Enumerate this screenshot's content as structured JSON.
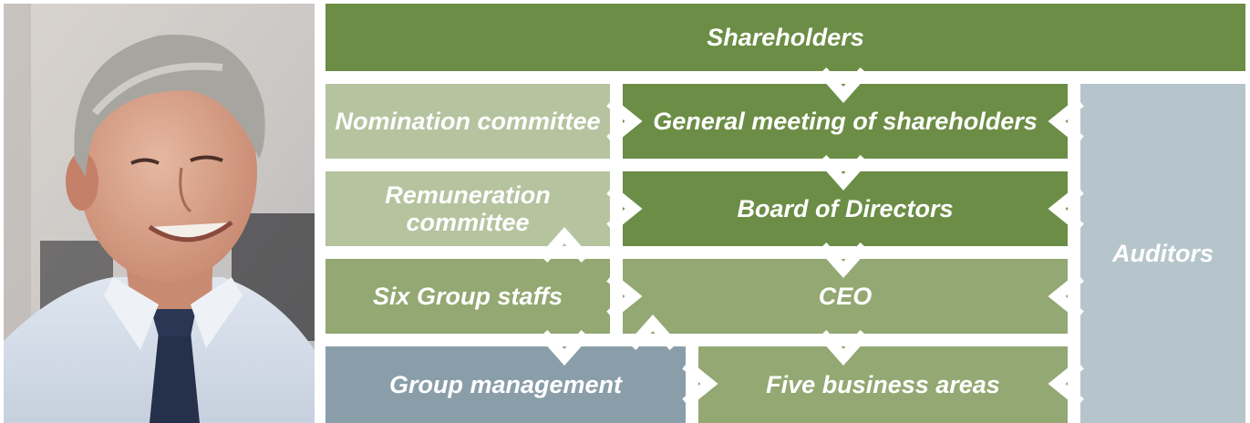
{
  "photo": {
    "description_icon": "portrait-photo"
  },
  "diagram": {
    "shareholders": "Shareholders",
    "nomination_committee": "Nomination committee",
    "general_meeting": "General meeting of shareholders",
    "remuneration_committee": "Remuneration committee",
    "board": "Board of Directors",
    "auditors": "Auditors",
    "group_staffs": "Six Group staffs",
    "ceo": "CEO",
    "group_management": "Group management",
    "business_areas": "Five business areas"
  },
  "colors": {
    "dark_green": "#6b8d45",
    "mid_green": "#93a872",
    "light_green": "#b5c39f",
    "slate": "#8a9ea9",
    "pale_blue": "#b6c5cc"
  }
}
